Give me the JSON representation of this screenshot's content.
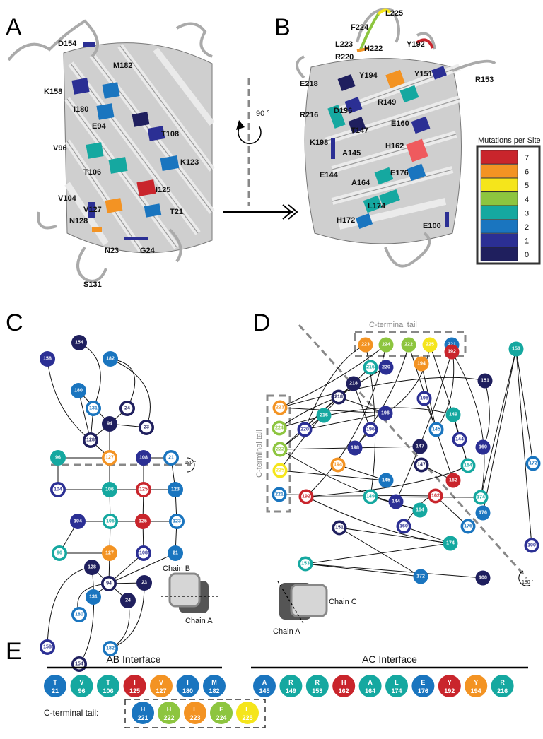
{
  "panels": {
    "a": "A",
    "b": "B",
    "c": "C",
    "d": "D",
    "e": "E"
  },
  "colors": {
    "0": "#1f1f5e",
    "1": "#2b2f94",
    "2": "#1a75bf",
    "3": "#15a8a0",
    "4": "#8dc53f",
    "5": "#f5e51b",
    "6": "#f39323",
    "7": "#c9252c"
  },
  "legend": {
    "title": "Mutations per Site",
    "levels": [
      "7",
      "6",
      "5",
      "4",
      "3",
      "2",
      "1",
      "0"
    ]
  },
  "panel_a_labels": [
    "D154",
    "M182",
    "K158",
    "I180",
    "E94",
    "T108",
    "V96",
    "K123",
    "T106",
    "I125",
    "V104",
    "V127",
    "T21",
    "N128",
    "N23",
    "G24",
    "S131"
  ],
  "panel_b_labels": [
    "L225",
    "F224",
    "L223",
    "H222",
    "Y192",
    "R220",
    "Y194",
    "Y151",
    "R153",
    "E218",
    "R149",
    "D196",
    "R216",
    "T147",
    "E160",
    "K198",
    "A145",
    "H162",
    "E144",
    "A164",
    "E176",
    "L174",
    "H172",
    "E100"
  ],
  "rotation": {
    "label": "90 °"
  },
  "panel_c": {
    "flip_label": "180 °",
    "chain_b": "Chain B",
    "chain_a": "Chain A",
    "nodes": [
      {
        "id": "154",
        "level": "0",
        "style": "fill"
      },
      {
        "id": "158",
        "level": "1",
        "style": "fill"
      },
      {
        "id": "182",
        "level": "2",
        "style": "fill"
      },
      {
        "id": "180",
        "level": "2",
        "style": "fill"
      },
      {
        "id": "131",
        "level": "2",
        "style": "ring"
      },
      {
        "id": "24",
        "level": "0",
        "style": "ring"
      },
      {
        "id": "94",
        "level": "0",
        "style": "fill"
      },
      {
        "id": "23",
        "level": "0",
        "style": "ring"
      },
      {
        "id": "128",
        "level": "0",
        "style": "ring"
      },
      {
        "id": "96",
        "level": "3",
        "style": "fill"
      },
      {
        "id": "127",
        "level": "6",
        "style": "ring"
      },
      {
        "id": "108",
        "level": "1",
        "style": "fill"
      },
      {
        "id": "21",
        "level": "2",
        "style": "ring"
      },
      {
        "id": "104",
        "level": "1",
        "style": "ring"
      },
      {
        "id": "106",
        "level": "3",
        "style": "fill"
      },
      {
        "id": "125",
        "level": "7",
        "style": "ring"
      },
      {
        "id": "123",
        "level": "2",
        "style": "fill"
      },
      {
        "id": "104",
        "level": "1",
        "style": "fill"
      },
      {
        "id": "106",
        "level": "3",
        "style": "ring"
      },
      {
        "id": "125",
        "level": "7",
        "style": "fill"
      },
      {
        "id": "123",
        "level": "2",
        "style": "ring"
      },
      {
        "id": "96",
        "level": "3",
        "style": "ring"
      },
      {
        "id": "127",
        "level": "6",
        "style": "fill"
      },
      {
        "id": "108",
        "level": "1",
        "style": "ring"
      },
      {
        "id": "21",
        "level": "2",
        "style": "fill"
      },
      {
        "id": "128",
        "level": "0",
        "style": "fill"
      },
      {
        "id": "94",
        "level": "0",
        "style": "ring"
      },
      {
        "id": "23",
        "level": "0",
        "style": "fill"
      },
      {
        "id": "131",
        "level": "2",
        "style": "fill"
      },
      {
        "id": "24",
        "level": "0",
        "style": "fill"
      },
      {
        "id": "180",
        "level": "2",
        "style": "ring"
      },
      {
        "id": "158",
        "level": "1",
        "style": "ring"
      },
      {
        "id": "182",
        "level": "2",
        "style": "ring"
      },
      {
        "id": "154",
        "level": "0",
        "style": "ring"
      }
    ]
  },
  "panel_d": {
    "tail_top": "C-terminal tail",
    "tail_left": "C-terminal tail",
    "flip_label": "180 °",
    "chain_c": "Chain C",
    "chain_a": "Chain A",
    "nodes": [
      {
        "id": "223",
        "level": "6",
        "style": "fill"
      },
      {
        "id": "224",
        "level": "4",
        "style": "fill"
      },
      {
        "id": "222",
        "level": "4",
        "style": "fill"
      },
      {
        "id": "225",
        "level": "5",
        "style": "fill"
      },
      {
        "id": "221",
        "level": "2",
        "style": "fill"
      },
      {
        "id": "220",
        "level": "1",
        "style": "fill"
      },
      {
        "id": "216",
        "level": "3",
        "style": "ring"
      },
      {
        "id": "218",
        "level": "0",
        "style": "fill"
      },
      {
        "id": "218",
        "level": "0",
        "style": "ring"
      },
      {
        "id": "192",
        "level": "7",
        "style": "fill"
      },
      {
        "id": "153",
        "level": "3",
        "style": "fill"
      },
      {
        "id": "198",
        "level": "1",
        "style": "ring"
      },
      {
        "id": "194",
        "level": "6",
        "style": "fill"
      },
      {
        "id": "151",
        "level": "0",
        "style": "fill"
      },
      {
        "id": "223",
        "level": "6",
        "style": "ring"
      },
      {
        "id": "216",
        "level": "3",
        "style": "fill"
      },
      {
        "id": "196",
        "level": "1",
        "style": "fill"
      },
      {
        "id": "149",
        "level": "3",
        "style": "fill"
      },
      {
        "id": "224",
        "level": "4",
        "style": "ring"
      },
      {
        "id": "220",
        "level": "1",
        "style": "ring"
      },
      {
        "id": "196",
        "level": "1",
        "style": "ring"
      },
      {
        "id": "145",
        "level": "2",
        "style": "ring"
      },
      {
        "id": "144",
        "level": "1",
        "style": "ring"
      },
      {
        "id": "160",
        "level": "1",
        "style": "fill"
      },
      {
        "id": "222",
        "level": "4",
        "style": "ring"
      },
      {
        "id": "198",
        "level": "1",
        "style": "fill"
      },
      {
        "id": "147",
        "level": "0",
        "style": "fill"
      },
      {
        "id": "164",
        "level": "3",
        "style": "ring"
      },
      {
        "id": "172",
        "level": "2",
        "style": "ring"
      },
      {
        "id": "194",
        "level": "6",
        "style": "ring"
      },
      {
        "id": "147",
        "level": "0",
        "style": "ring"
      },
      {
        "id": "225",
        "level": "5",
        "style": "ring"
      },
      {
        "id": "145",
        "level": "2",
        "style": "fill"
      },
      {
        "id": "162",
        "level": "7",
        "style": "fill"
      },
      {
        "id": "221",
        "level": "2",
        "style": "ring"
      },
      {
        "id": "192",
        "level": "7",
        "style": "ring"
      },
      {
        "id": "149",
        "level": "3",
        "style": "ring"
      },
      {
        "id": "144",
        "level": "1",
        "style": "fill"
      },
      {
        "id": "162",
        "level": "7",
        "style": "ring"
      },
      {
        "id": "174",
        "level": "3",
        "style": "ring"
      },
      {
        "id": "164",
        "level": "3",
        "style": "fill"
      },
      {
        "id": "176",
        "level": "2",
        "style": "fill"
      },
      {
        "id": "160",
        "level": "1",
        "style": "ring"
      },
      {
        "id": "176",
        "level": "2",
        "style": "ring"
      },
      {
        "id": "100",
        "level": "1",
        "style": "ring"
      },
      {
        "id": "151",
        "level": "0",
        "style": "ring"
      },
      {
        "id": "174",
        "level": "3",
        "style": "fill"
      },
      {
        "id": "153",
        "level": "3",
        "style": "ring"
      },
      {
        "id": "172",
        "level": "2",
        "style": "fill"
      },
      {
        "id": "100",
        "level": "0",
        "style": "fill"
      }
    ]
  },
  "panel_e": {
    "ab_title": "AB Interface",
    "ac_title": "AC Interface",
    "tail_label": "C-terminal tail:",
    "ab": [
      {
        "aa": "T",
        "num": "21",
        "level": "2"
      },
      {
        "aa": "V",
        "num": "96",
        "level": "3"
      },
      {
        "aa": "T",
        "num": "106",
        "level": "3"
      },
      {
        "aa": "I",
        "num": "125",
        "level": "7"
      },
      {
        "aa": "V",
        "num": "127",
        "level": "6"
      },
      {
        "aa": "I",
        "num": "180",
        "level": "2"
      },
      {
        "aa": "M",
        "num": "182",
        "level": "2"
      }
    ],
    "ac": [
      {
        "aa": "A",
        "num": "145",
        "level": "2"
      },
      {
        "aa": "R",
        "num": "149",
        "level": "3"
      },
      {
        "aa": "R",
        "num": "153",
        "level": "3"
      },
      {
        "aa": "H",
        "num": "162",
        "level": "7"
      },
      {
        "aa": "A",
        "num": "164",
        "level": "3"
      },
      {
        "aa": "L",
        "num": "174",
        "level": "3"
      },
      {
        "aa": "E",
        "num": "176",
        "level": "2"
      },
      {
        "aa": "Y",
        "num": "192",
        "level": "7"
      },
      {
        "aa": "Y",
        "num": "194",
        "level": "6"
      },
      {
        "aa": "R",
        "num": "216",
        "level": "3"
      }
    ],
    "tail": [
      {
        "aa": "H",
        "num": "221",
        "level": "2"
      },
      {
        "aa": "H",
        "num": "222",
        "level": "4"
      },
      {
        "aa": "L",
        "num": "223",
        "level": "6"
      },
      {
        "aa": "F",
        "num": "224",
        "level": "4"
      },
      {
        "aa": "L",
        "num": "225",
        "level": "5"
      }
    ]
  }
}
